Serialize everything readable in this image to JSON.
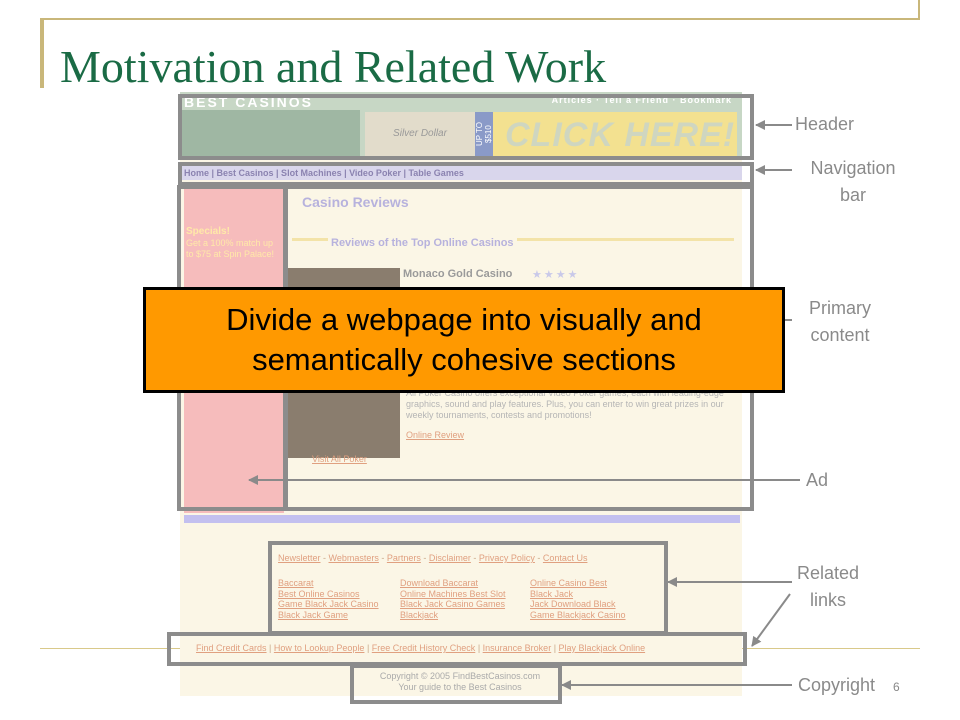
{
  "slide": {
    "title": "Motivation and Related Work",
    "page_number": "6",
    "callout_line1": "Divide a webpage into visually and",
    "callout_line2": "semantically cohesive sections"
  },
  "labels": {
    "header": "Header",
    "navigation_line1": "Navigation",
    "navigation_line2": "bar",
    "primary_line1": "Primary",
    "primary_line2": "content",
    "ad": "Ad",
    "related_line1": "Related",
    "related_line2": "links",
    "copyright": "Copyright"
  },
  "website": {
    "brand": "BEST CASINOS",
    "top_links": "Articles · Tell a Friend · Bookmark",
    "banner_silver": "Silver Dollar",
    "banner_upto": "UP TO $510",
    "banner_click": "CLICK HERE!",
    "nav": "Home | Best Casinos | Slot Machines | Video Poker | Table Games",
    "specials_title": "Specials!",
    "specials_text": "Get a 100% match up to $75 at Spin Palace!",
    "reviews_title": "Casino Reviews",
    "reviews_subtitle": "Reviews of the Top Online Casinos",
    "casino_name": "Monaco Gold Casino",
    "stars": "★★★★",
    "casino_desc": "All Poker Casino offers exceptional Video Poker games, each with leading-edge graphics, sound and play features. Plus, you can enter to win great prizes in our weekly tournaments, contests and promotions!",
    "online_review": "Online Review",
    "visit_link": "Visit All Poker",
    "footer_links": [
      "Newsletter",
      "Webmasters",
      "Partners",
      "Disclaimer",
      "Privacy Policy",
      "Contact Us"
    ],
    "related_col1": [
      "Baccarat",
      "Best Online Casinos",
      "Game Black Jack Casino",
      "Black Jack Game"
    ],
    "related_col2": [
      "Download Baccarat",
      "Online Machines Best Slot",
      "Black Jack Casino Games",
      "Blackjack"
    ],
    "related_col3": [
      "Online Casino Best",
      "Black Jack",
      "Jack Download Black",
      "Game Blackjack Casino"
    ],
    "credit_links": [
      "Find Credit Cards",
      "How to Lookup People",
      "Free Credit History Check",
      "Insurance Broker",
      "Play Blackjack Online"
    ],
    "copyright_line1": "Copyright © 2005 FindBestCasinos.com",
    "copyright_line2": "Your guide to the Best Casinos"
  }
}
